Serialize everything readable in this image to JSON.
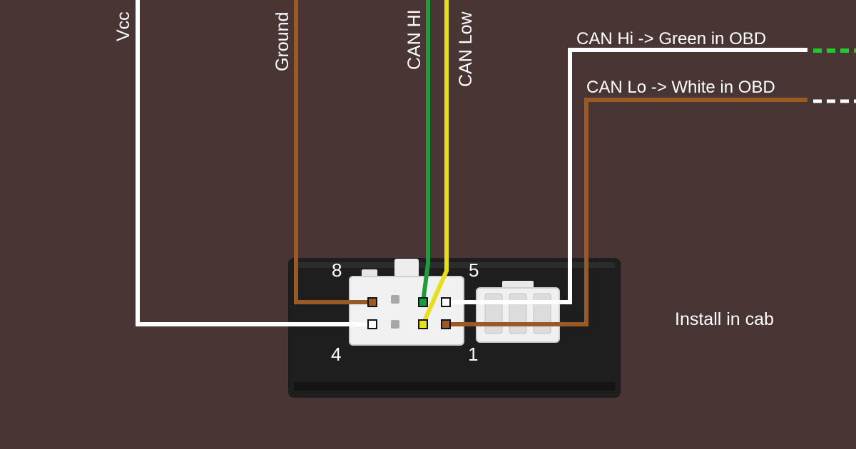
{
  "colors": {
    "background": "#4a3535",
    "wire_white": "#ffffff",
    "wire_brown": "#9a5a26",
    "wire_green": "#1f9a3e",
    "wire_yellow": "#e7df1c",
    "module_body": "#1e1e1e",
    "connector": "#f1f1f1"
  },
  "wire_labels": {
    "vcc": "Vcc",
    "ground": "Ground",
    "can_hi": "CAN HI",
    "can_low": "CAN Low"
  },
  "obd_labels": {
    "can_hi_obd": "CAN Hi -> Green in OBD",
    "can_lo_obd": "CAN Lo -> White in OBD"
  },
  "pin_numbers": {
    "pin8": "8",
    "pin5": "5",
    "pin4": "4",
    "pin1": "1"
  },
  "note": "Install in cab"
}
